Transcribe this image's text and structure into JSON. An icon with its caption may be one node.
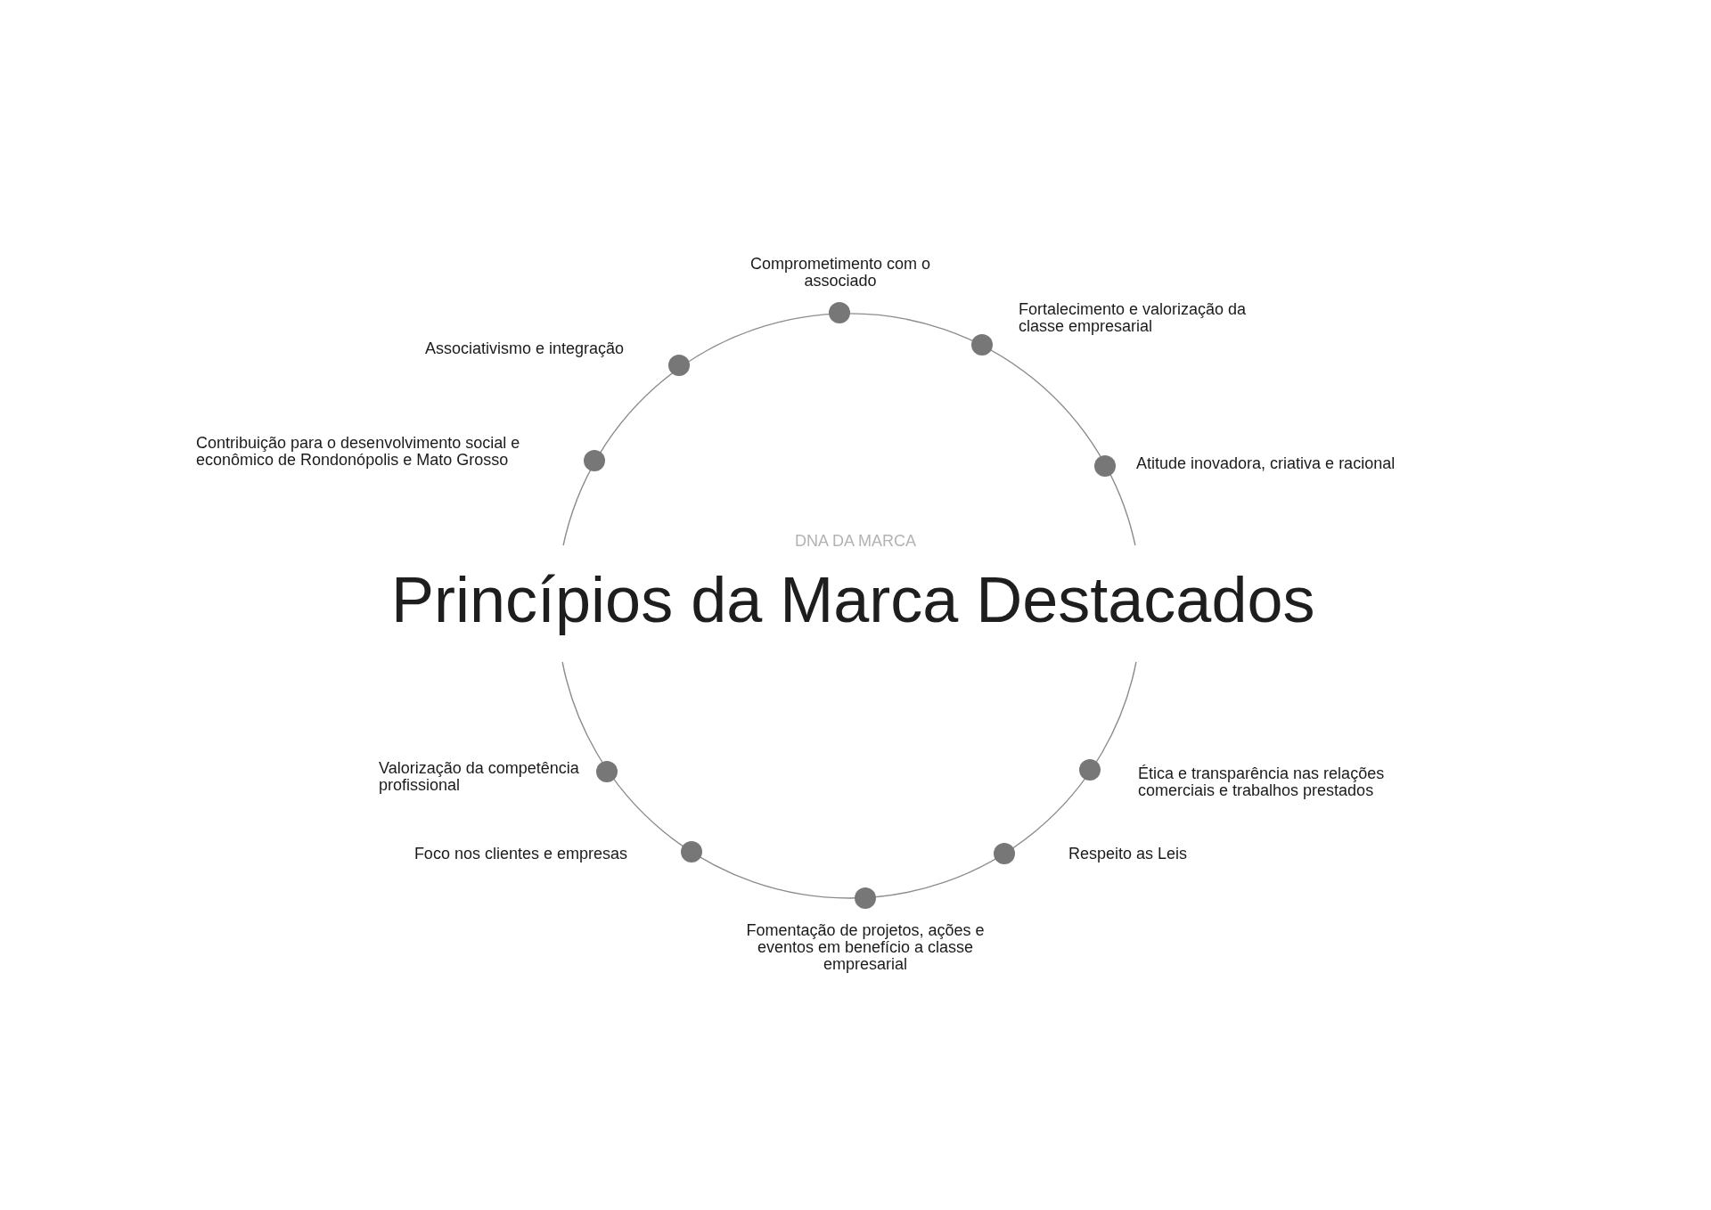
{
  "diagram": {
    "title": "Princípios da Marca Destacados",
    "nodes": [
      {
        "text": [],
        "shape": "circle",
        "beside": [
          "Comprometimento com o associado"
        ]
      },
      {
        "text": [],
        "shape": "circle",
        "beside": [
          "Fortalecimento e valorização da classe empresarial"
        ]
      },
      {
        "text": [],
        "shape": "circle",
        "beside": [
          "Atitude inovadora, criativa e racional"
        ]
      },
      {
        "text": [],
        "shape": "circle",
        "beside": [
          "Ética e transparência nas relações comerciais e trabalhos prestados"
        ]
      },
      {
        "text": [],
        "shape": "circle",
        "beside": [
          "Respeito as Leis"
        ]
      },
      {
        "text": [],
        "shape": "circle",
        "beside": [
          "Fomentação de projetos, ações e eventos em benefício a classe empresarial"
        ]
      },
      {
        "text": [],
        "shape": "circle",
        "beside": [
          "Foco nos clientes e empresas"
        ]
      },
      {
        "text": [],
        "shape": "circle",
        "beside": [
          "Valorização da competência profissional"
        ]
      },
      {
        "text": [],
        "shape": "circle",
        "beside": [
          "Contribuição para o desenvolvimento social e econômico de Rondonópolis e Mato Grosso"
        ]
      },
      {
        "text": [],
        "shape": "circle",
        "beside": [
          "Associativismo e integração"
        ]
      }
    ],
    "labels": [
      "DNA DA MARCA"
    ]
  }
}
